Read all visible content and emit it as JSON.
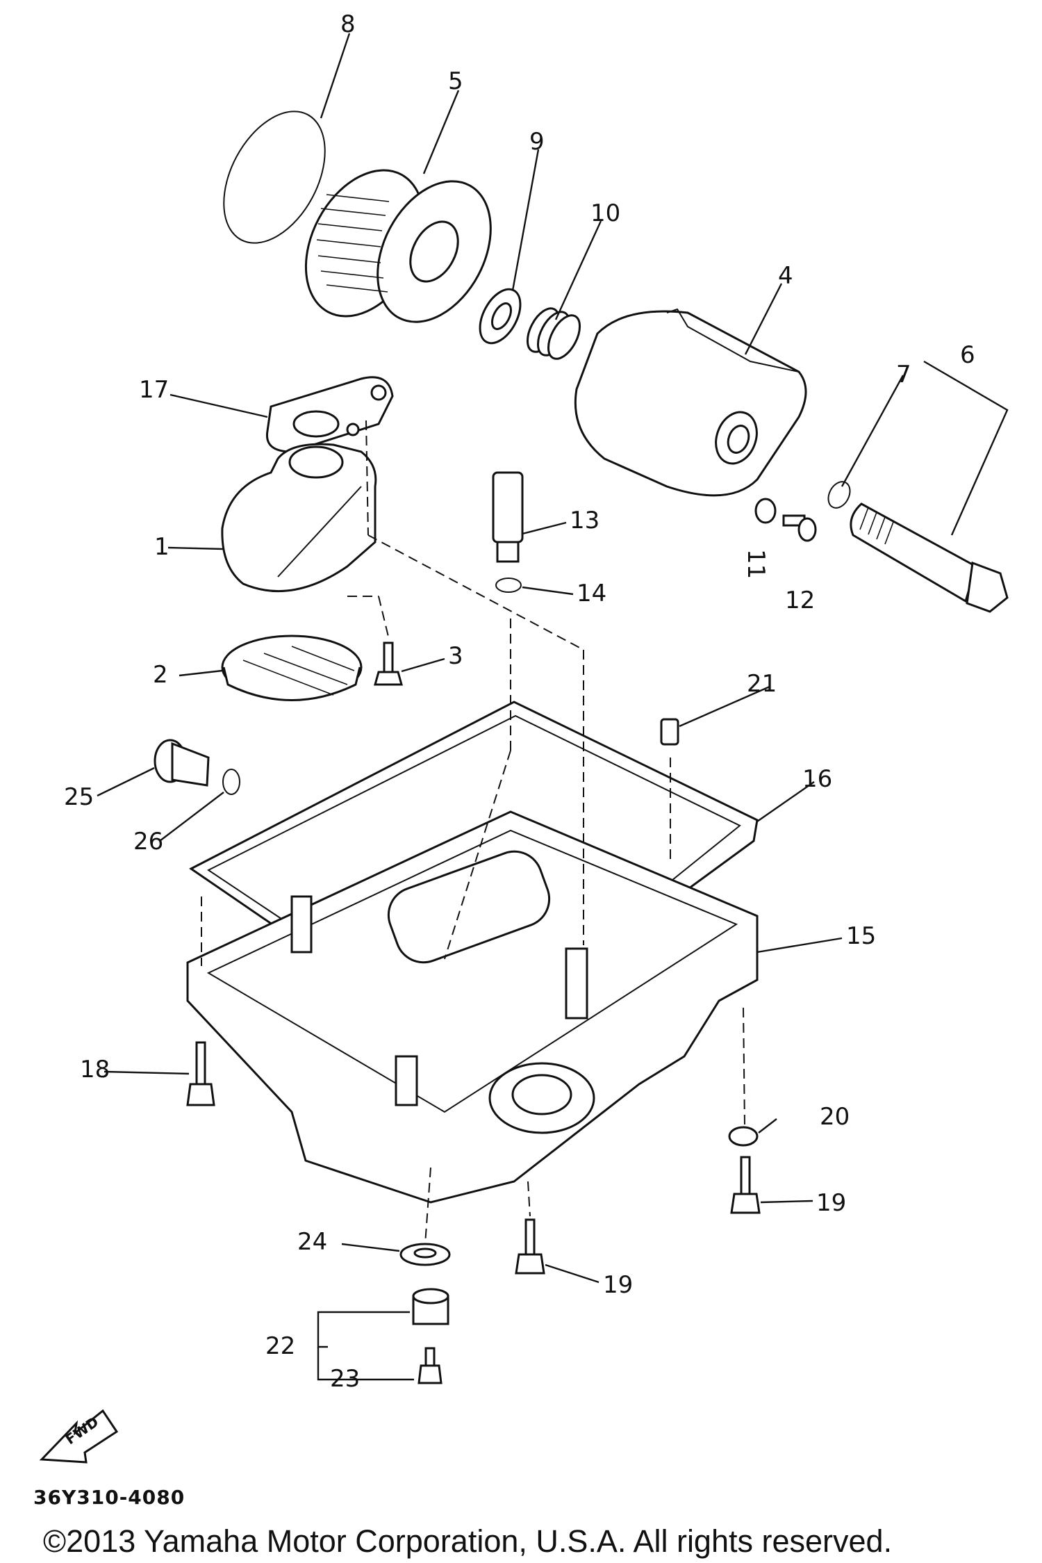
{
  "callouts": {
    "c1": "1",
    "c2": "2",
    "c3": "3",
    "c4": "4",
    "c5": "5",
    "c6": "6",
    "c7": "7",
    "c8": "8",
    "c9": "9",
    "c10": "10",
    "c11": "11",
    "c12": "12",
    "c13": "13",
    "c14": "14",
    "c15": "15",
    "c16": "16",
    "c17": "17",
    "c18": "18",
    "c19a": "19",
    "c19b": "19",
    "c20": "20",
    "c21": "21",
    "c22": "22",
    "c23": "23",
    "c24": "24",
    "c25": "25",
    "c26": "26"
  },
  "fwd_label": "FWD",
  "diagram_code": "36Y310-4080",
  "copyright": "©2013 Yamaha Motor Corporation, U.S.A. All rights reserved."
}
